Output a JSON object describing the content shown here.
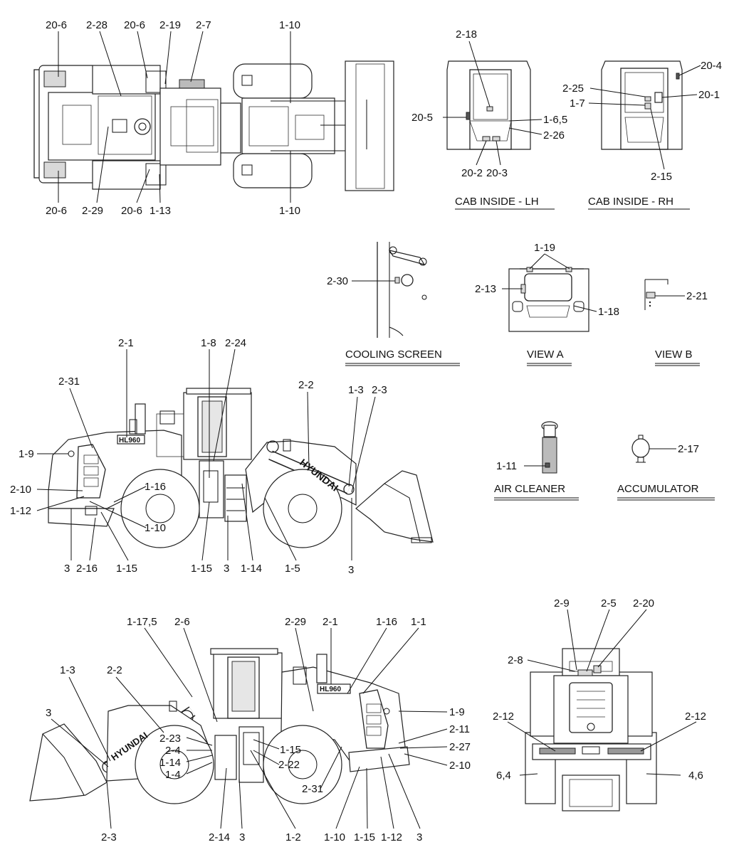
{
  "captions": {
    "cab_lh": "CAB INSIDE - LH",
    "cab_rh": "CAB INSIDE - RH",
    "cooling": "COOLING SCREEN",
    "view_a": "VIEW A",
    "view_b": "VIEW B",
    "air_cleaner": "AIR CLEANER",
    "accumulator": "ACCUMULATOR"
  },
  "branding": {
    "boom_text": "HYUNDAI",
    "boom_text_2": "HYUNDAI",
    "model_badge": "HL960"
  },
  "callouts": {
    "top": [
      "20-6",
      "2-28",
      "20-6",
      "2-19",
      "2-7",
      "1-10",
      "20-6",
      "2-29",
      "20-6",
      "1-13",
      "1-10"
    ],
    "cab_lh": [
      "2-18",
      "20-5",
      "1-6,5",
      "2-26",
      "20-2",
      "20-3"
    ],
    "cab_rh": [
      "20-4",
      "2-25",
      "20-1",
      "1-7",
      "2-15"
    ],
    "cooling": [
      "2-30"
    ],
    "view_a": [
      "1-19",
      "2-13",
      "1-18"
    ],
    "view_b": [
      "2-21"
    ],
    "air_cleaner": [
      "1-11"
    ],
    "accumulator": [
      "2-17"
    ],
    "left_side": [
      "2-1",
      "1-8",
      "2-24",
      "2-31",
      "2-2",
      "1-3",
      "2-3",
      "1-9",
      "1-16",
      "2-10",
      "1-12",
      "1-10",
      "3",
      "2-16",
      "1-15",
      "1-15",
      "3",
      "1-14",
      "1-5",
      "3"
    ],
    "right_side": [
      "1-17,5",
      "2-6",
      "2-29",
      "2-1",
      "1-16",
      "1-1",
      "1-3",
      "2-2",
      "3",
      "2-23",
      "2-4",
      "1-14",
      "1-4",
      "1-15",
      "2-22",
      "1-9",
      "2-11",
      "2-27",
      "2-10",
      "2-31",
      "2-3",
      "2-14",
      "3",
      "1-2",
      "1-10",
      "1-15",
      "1-12",
      "3"
    ],
    "rear": [
      "2-9",
      "2-5",
      "2-20",
      "2-8",
      "2-12",
      "2-12",
      "6,4",
      "4,6"
    ]
  }
}
